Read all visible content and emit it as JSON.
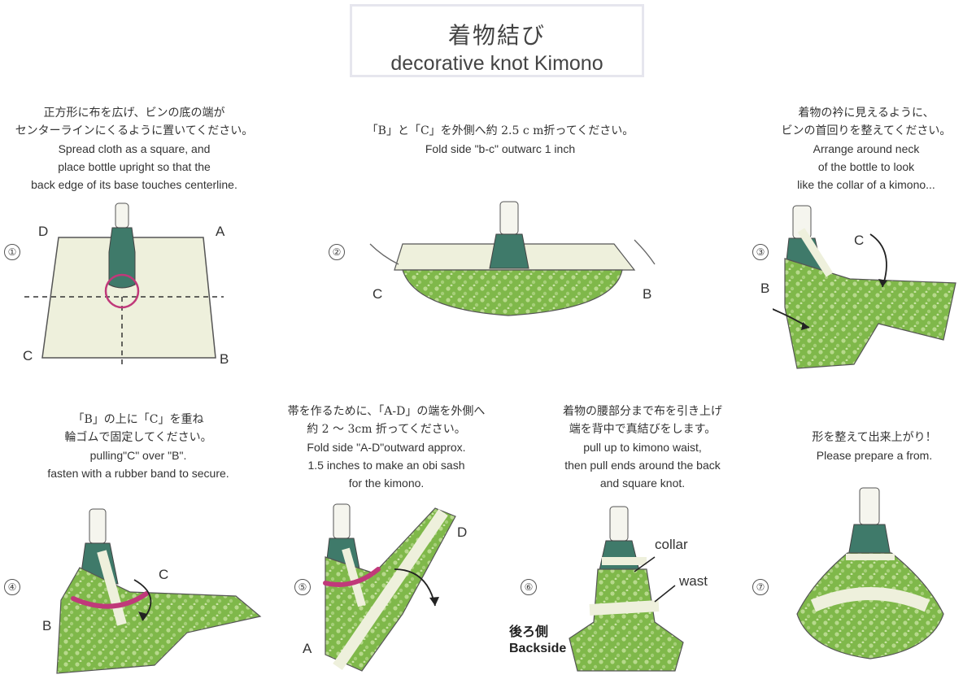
{
  "title": {
    "jp": "着物結び",
    "en": "decorative knot Kimono"
  },
  "colors": {
    "cloth": "#7fb84a",
    "dots": "#b7d98c",
    "bottle": "#3f7a6a",
    "band": "#c0397a",
    "cream": "#eef0dc"
  },
  "steps": [
    {
      "num": "①",
      "jp1": "正方形に布を広げ、ビンの底の端が",
      "jp2": "センターラインにくるように置いてください。",
      "en1": "Spread cloth as a square, and",
      "en2": "place bottle upright so that the",
      "en3": "back edge of its base touches centerline.",
      "labels": {
        "d": "D",
        "a": "A",
        "c": "C",
        "b": "B"
      }
    },
    {
      "num": "②",
      "jp1": "「B」と「C」を外側へ約 2.5 c m折ってください。",
      "en1": "Fold side \"b-c\" outwarc 1 inch",
      "labels": {
        "c": "C",
        "b": "B"
      }
    },
    {
      "num": "③",
      "jp1": "着物の衿に見えるように、",
      "jp2": "ビンの首回りを整えてください。",
      "en1": "Arrange around neck",
      "en2": "of the bottle to look",
      "en3": "like the collar of a kimono...",
      "labels": {
        "c": "C",
        "b": "B"
      }
    },
    {
      "num": "④",
      "jp1": "「B」の上に「C」を重ね",
      "jp2": "輪ゴムで固定してください。",
      "en1": "pulling\"C\" over \"B\".",
      "en2": "fasten with a rubber band to secure.",
      "labels": {
        "c": "C",
        "b": "B"
      }
    },
    {
      "num": "⑤",
      "jp1": "帯を作るために、「A-D」の端を外側へ",
      "jp2": "約 2 ～ 3cm 折ってください。",
      "en1": "Fold side \"A-D\"outward approx.",
      "en2": "1.5 inches to make an obi sash",
      "en3": "for the kimono.",
      "labels": {
        "d": "D",
        "a": "A"
      }
    },
    {
      "num": "⑥",
      "jp1": "着物の腰部分まで布を引き上げ",
      "jp2": "端を背中で真結びをします。",
      "en1": "pull up to kimono waist,",
      "en2": "then pull ends around the back",
      "en3": "and square knot.",
      "labels": {
        "collar": "collar",
        "wast": "wast",
        "backside_jp": "後ろ側",
        "backside_en": "Backside"
      }
    },
    {
      "num": "⑦",
      "jp1": "形を整えて出来上がり！",
      "en1": "Please prepare a from."
    }
  ]
}
